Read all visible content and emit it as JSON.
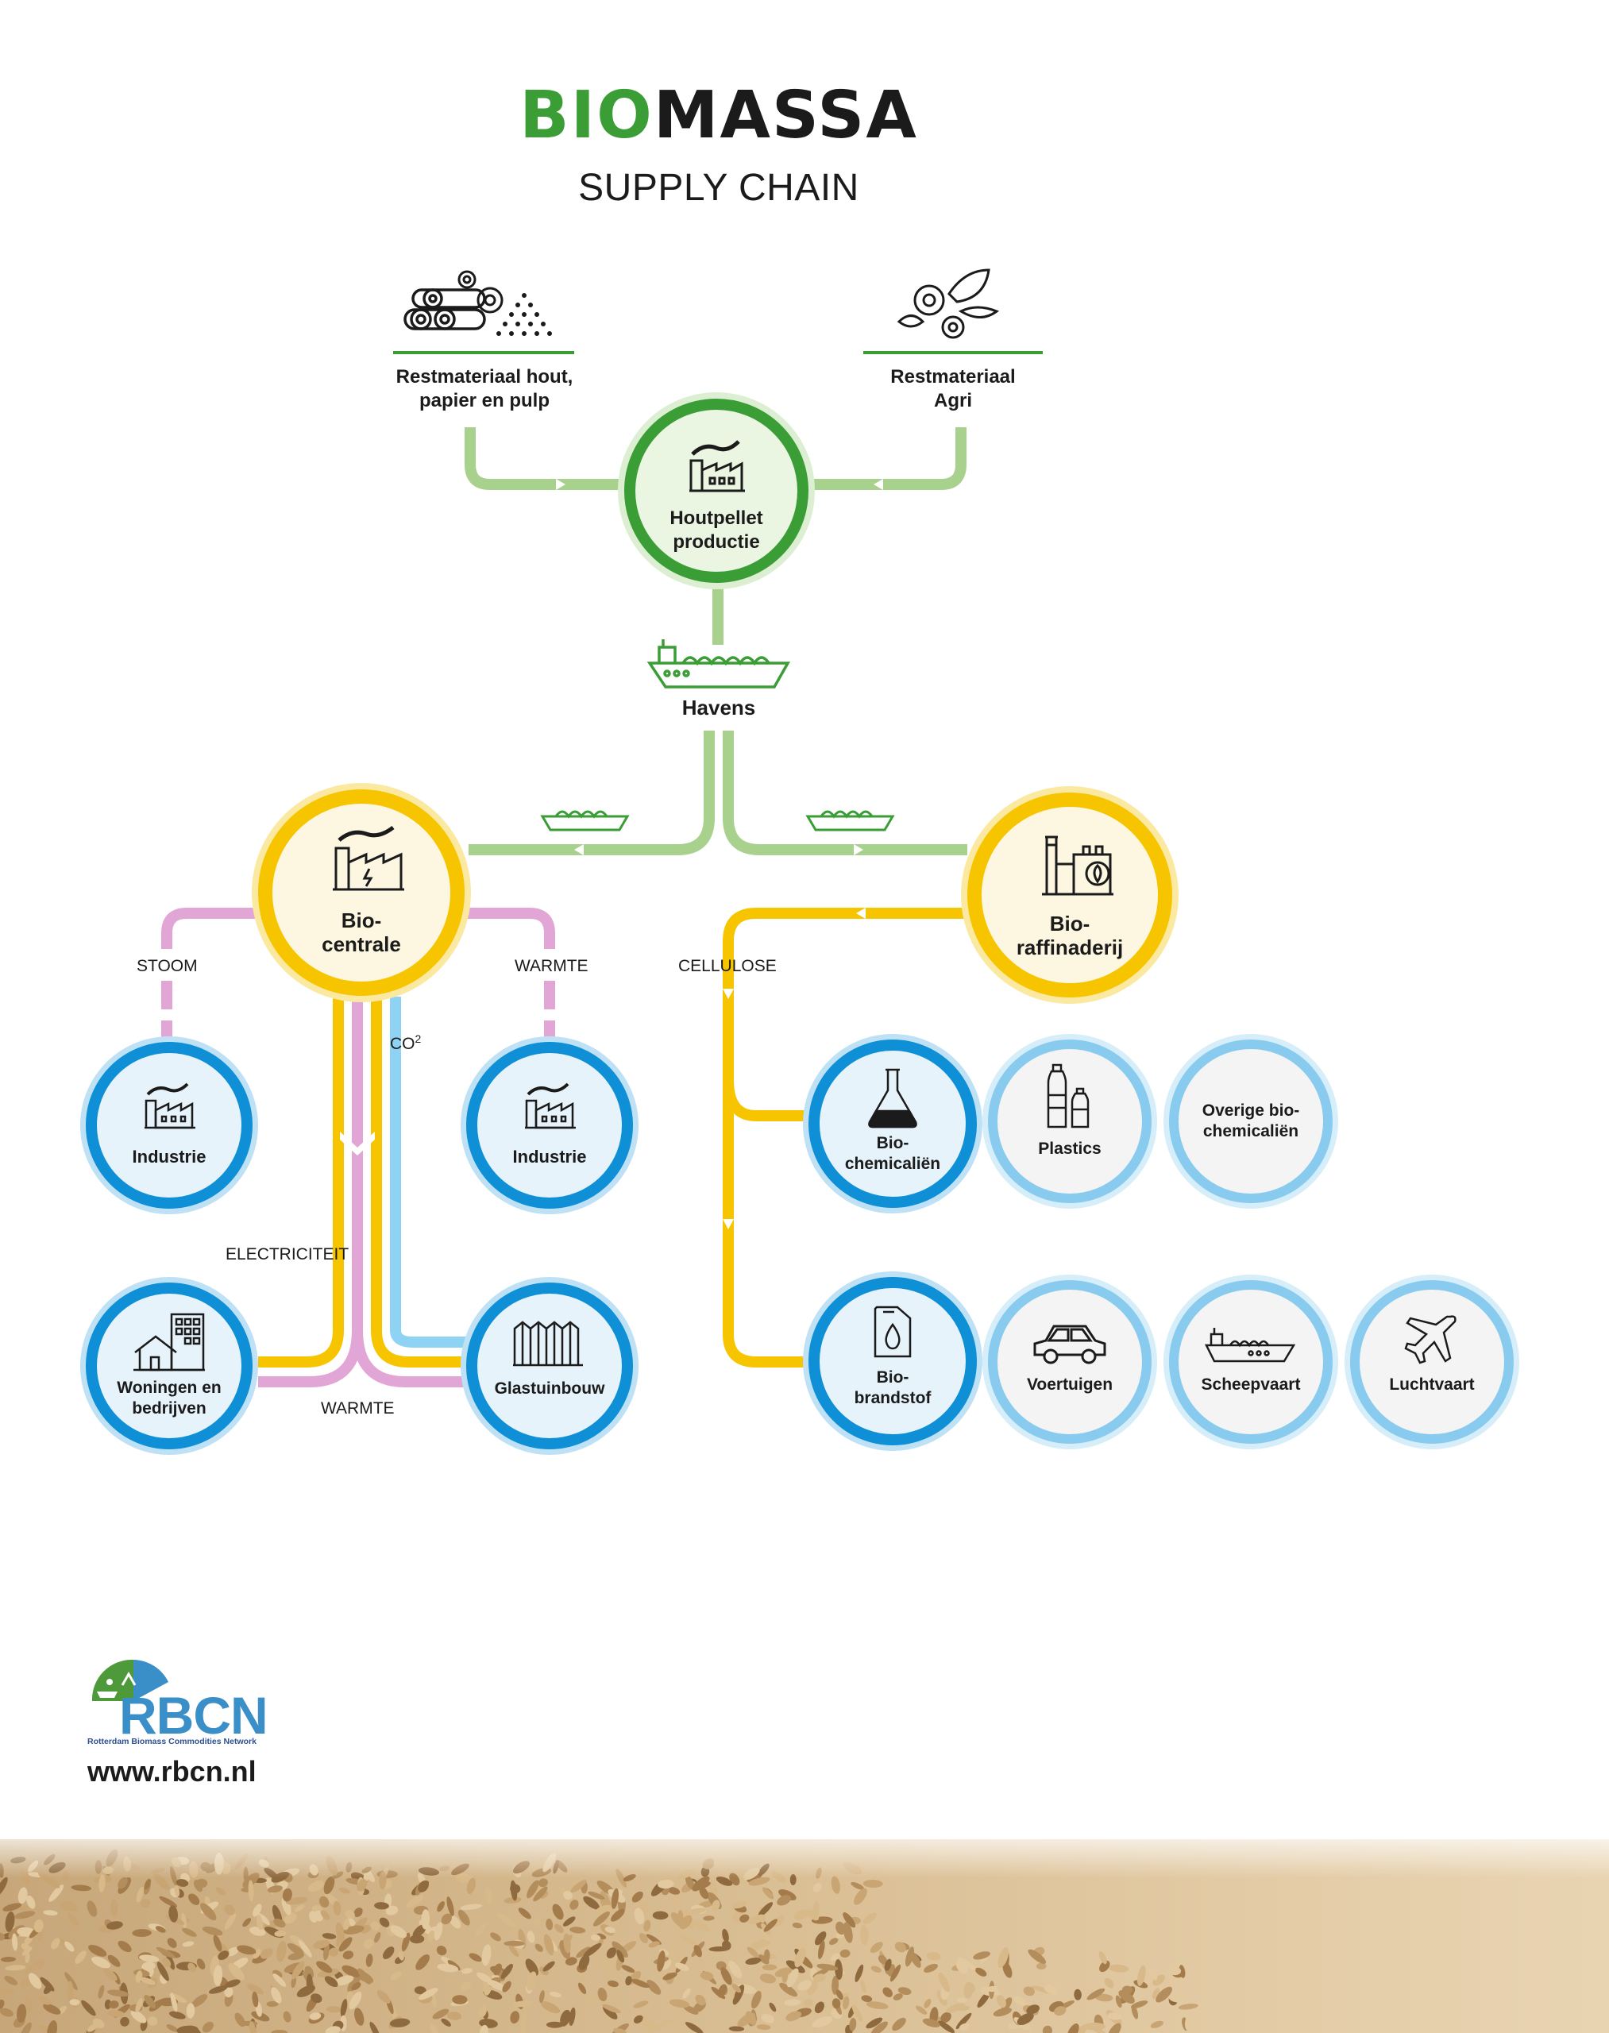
{
  "title": {
    "bio": "BIO",
    "massa": "MASSA",
    "subtitle": "SUPPLY CHAIN"
  },
  "sources": {
    "left": "Restmateriaal hout,\npapier en pulp",
    "right": "Restmateriaal\nAgri"
  },
  "nodes": {
    "houtpellet": "Houtpellet\nproductie",
    "havens": "Havens",
    "biocentrale": "Bio-\ncentrale",
    "bioraffinaderij": "Bio-\nraffinaderij",
    "industrie_left": "Industrie",
    "industrie_right": "Industrie",
    "woningen": "Woningen en\nbedrijven",
    "glastuinbouw": "Glastuinbouw",
    "biochemicalien": "Bio-\nchemicaliën",
    "plastics": "Plastics",
    "overige": "Overige bio-\nchemicaliën",
    "biobrandstof": "Bio-\nbrandstof",
    "voertuigen": "Voertuigen",
    "scheepvaart": "Scheepvaart",
    "luchtvaart": "Luchtvaart"
  },
  "flows": {
    "stoom": "STOOM",
    "warmte_top": "WARMTE",
    "co2": "CO",
    "co2_sup": "2",
    "electriciteit": "ELECTRICITEIT",
    "warmte_bottom": "WARMTE",
    "cellulose": "CELLULOSE"
  },
  "footer": {
    "logo": "RBCN",
    "logo_sub": "Rotterdam Biomass Commodities Network",
    "url": "www.rbcn.nl"
  },
  "colors": {
    "green": "#3a9d35",
    "light_green": "#a9d18e",
    "yellow": "#f6c500",
    "pink": "#e2a6d6",
    "blue": "#0e8fd6",
    "light_blue": "#89cbee",
    "sky": "#8fd3f4"
  }
}
